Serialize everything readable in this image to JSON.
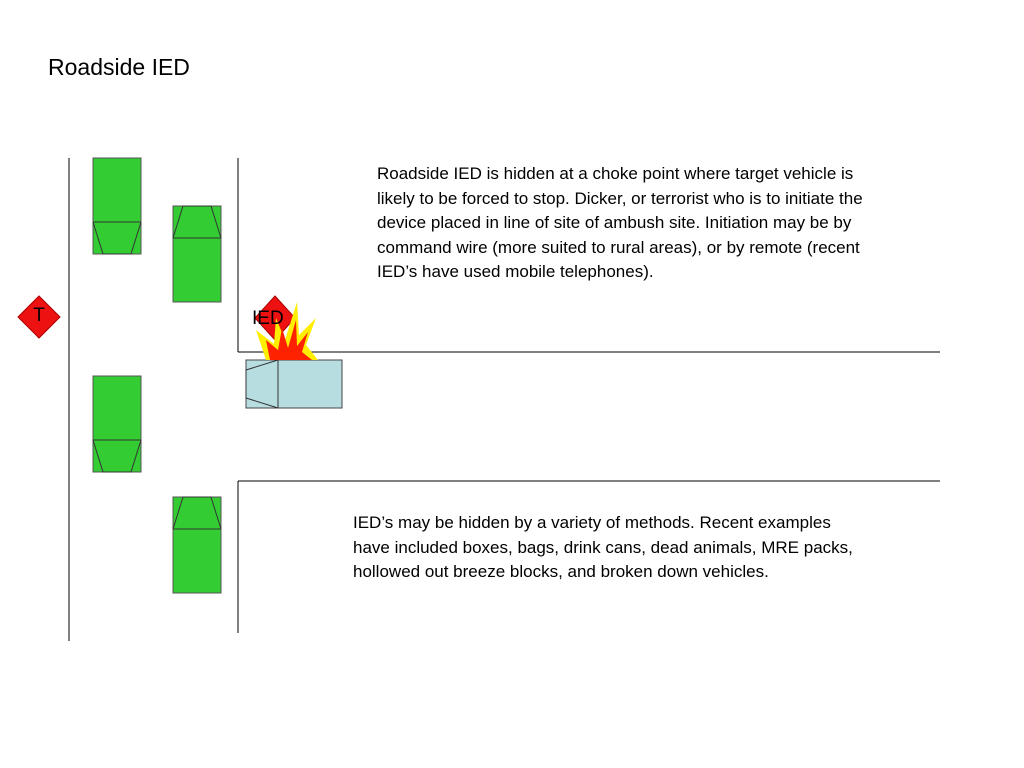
{
  "slide": {
    "title": "Roadside IED",
    "paragraph_1": "Roadside IED is hidden at a choke point where target vehicle is likely to be forced to stop. Dicker, or terrorist who is to initiate the device placed in line of site of ambush site. Initiation may be by command wire (more suited to rural areas), or by remote (recent IED’s have used mobile telephones).",
    "paragraph_2": "IED’s may be hidden by a variety of methods. Recent examples have included boxes, bags, drink cans, dead animals, MRE packs, hollowed out breeze blocks, and broken down vehicles."
  },
  "diagram": {
    "ied_label": "IED",
    "trigger_label": "T",
    "colors": {
      "convoy_vehicle": "#33cc33",
      "target_vehicle": "#b7dde1",
      "trigger_marker": "#ee1111",
      "explosion_outer": "#ffee00",
      "explosion_inner": "#ff2200",
      "road_line": "#000000"
    }
  }
}
